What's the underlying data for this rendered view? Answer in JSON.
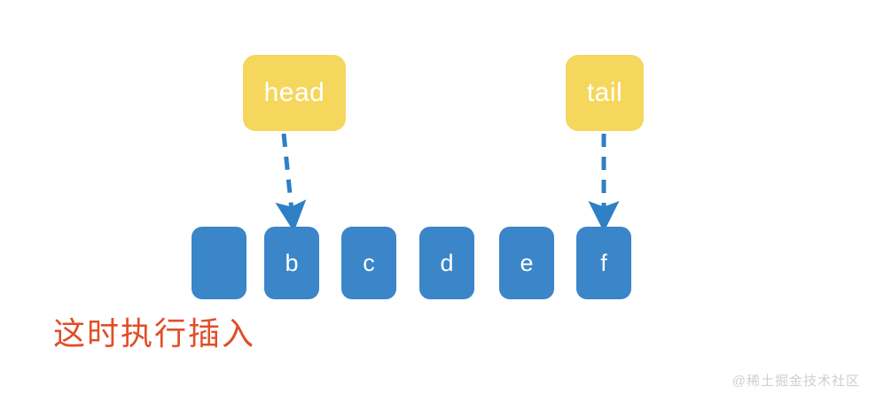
{
  "diagram": {
    "type": "linked-list-pointer-diagram",
    "background_color": "#ffffff",
    "pointers": [
      {
        "id": "head",
        "label": "head",
        "color": "#f5d75e",
        "text_color": "#ffffff",
        "target_cell": "b",
        "arrow_style": "dashed",
        "arrow_color": "#2f7fc4"
      },
      {
        "id": "tail",
        "label": "tail",
        "color": "#f5d75e",
        "text_color": "#ffffff",
        "target_cell": "f",
        "arrow_style": "dashed",
        "arrow_color": "#2f7fc4"
      }
    ],
    "cells": [
      {
        "id": "cell-0",
        "label": "",
        "color": "#3b85c9",
        "text_color": "#ffffff"
      },
      {
        "id": "cell-1",
        "label": "b",
        "color": "#3b85c9",
        "text_color": "#ffffff"
      },
      {
        "id": "cell-2",
        "label": "c",
        "color": "#3b85c9",
        "text_color": "#ffffff"
      },
      {
        "id": "cell-3",
        "label": "d",
        "color": "#3b85c9",
        "text_color": "#ffffff"
      },
      {
        "id": "cell-4",
        "label": "e",
        "color": "#3b85c9",
        "text_color": "#ffffff"
      },
      {
        "id": "cell-5",
        "label": "f",
        "color": "#3b85c9",
        "text_color": "#ffffff"
      }
    ],
    "caption": {
      "text": "这时执行插入",
      "color": "#e04e28"
    },
    "watermark": {
      "text": "@稀土掘金技术社区",
      "color": "#cfcfcf"
    }
  }
}
